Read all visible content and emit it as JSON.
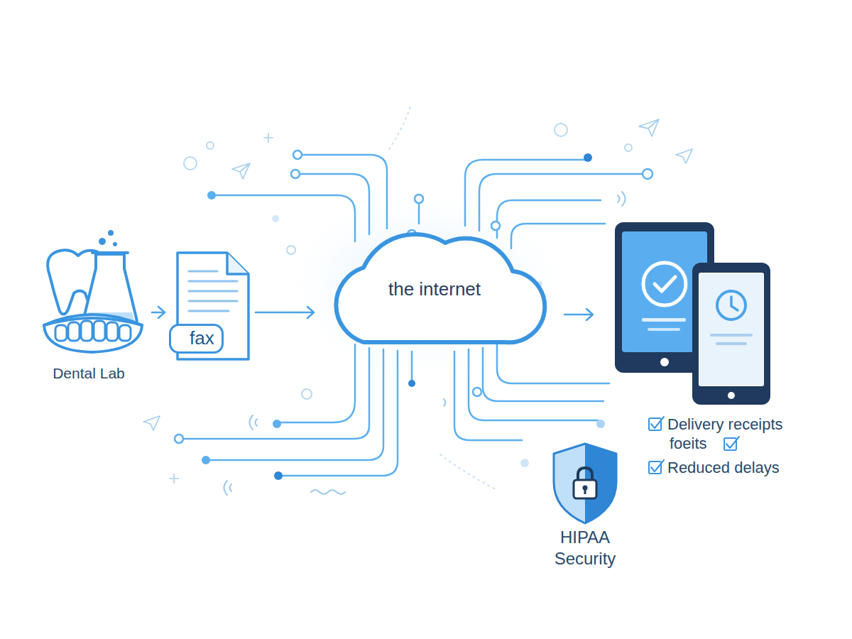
{
  "diagram": {
    "nodes": [
      {
        "text": [
          "Dental Lab"
        ]
      },
      {
        "text": [
          "fax"
        ]
      },
      {
        "text": [
          "the internet"
        ]
      },
      {
        "text": [
          "HIPAA Security"
        ]
      }
    ],
    "edges": [
      {
        "from": 0,
        "to": 1,
        "arrow": "to"
      },
      {
        "from": 1,
        "to": 2,
        "arrow": "to"
      }
    ],
    "labels": [
      "Delivery receipts",
      "foeits",
      "Reduced delays"
    ]
  }
}
